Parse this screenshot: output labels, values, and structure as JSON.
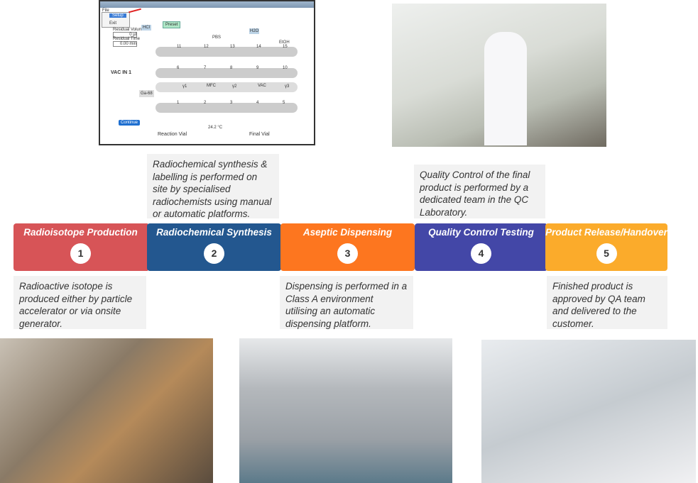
{
  "software": {
    "menu_file": "File",
    "menu_setup": "Setup",
    "menu_exit": "Exit",
    "residual_volume_label": "Residual Volume",
    "residual_volume_value": "0 µl",
    "residual_time_label": "Residual Time",
    "residual_time_value": "0.00 min",
    "hcl": "HCl",
    "preset": "Preset",
    "pbs": "PBS",
    "h2o": "H2O",
    "etoh": "EtOH",
    "vac_in": "VAC IN 1",
    "ga68": "Ga-68",
    "mfc": "MFC",
    "vac": "VAC",
    "continue": "Continue",
    "reaction_vial": "Reaction Vial",
    "final_vial": "Final Vial",
    "temperature": "24.2 °C",
    "valves_row1": [
      "11",
      "12",
      "13",
      "14",
      "15"
    ],
    "valves_row2": [
      "6",
      "7",
      "8",
      "9",
      "10"
    ],
    "valves_row3": [
      "1",
      "2",
      "3",
      "4",
      "5"
    ],
    "gammas": [
      "γ1",
      "γ2",
      "γ3"
    ]
  },
  "steps": [
    {
      "title": "Radioisotope Production",
      "number": "1",
      "color": "#d75457",
      "description": "Radioactive isotope is produced either by particle accelerator or via onsite generator."
    },
    {
      "title": "Radiochemical Synthesis",
      "number": "2",
      "color": "#23578f",
      "description": "Radiochemical synthesis & labelling is performed on site by specialised radiochemists using manual or automatic platforms."
    },
    {
      "title": "Aseptic Dispensing",
      "number": "3",
      "color": "#fd761f",
      "description": "Dispensing is performed in a Class A environment utilising an automatic dispensing platform."
    },
    {
      "title": "Quality Control Testing",
      "number": "4",
      "color": "#4347a7",
      "description": "Quality Control of the final product is performed by a dedicated team in the QC Laboratory."
    },
    {
      "title": "Product Release/Handover",
      "number": "5",
      "color": "#fbab2b",
      "description": "Finished product is approved by QA team and delivered to the customer."
    }
  ]
}
